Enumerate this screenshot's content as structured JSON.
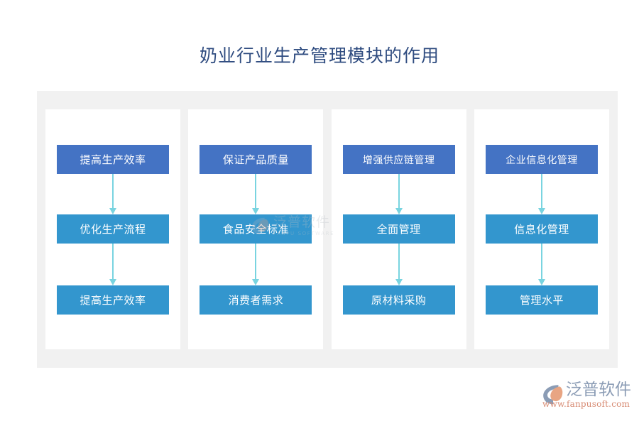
{
  "page": {
    "title": "奶业行业生产管理模块的作用",
    "title_color": "#2f4c80",
    "background": "#ffffff",
    "panel_color": "#f1f1f1",
    "card_color": "#ffffff"
  },
  "colors": {
    "node_primary": "#4473c4",
    "node_secondary": "#3396ce",
    "arrow": "#79d4e0"
  },
  "columns": [
    {
      "id": "col-1",
      "nodes": [
        {
          "label": "提高生产效率",
          "level": "primary"
        },
        {
          "label": "优化生产流程",
          "level": "secondary"
        },
        {
          "label": "提高生产效率",
          "level": "secondary"
        }
      ]
    },
    {
      "id": "col-2",
      "nodes": [
        {
          "label": "保证产品质量",
          "level": "primary"
        },
        {
          "label": "食品安全标准",
          "level": "secondary"
        },
        {
          "label": "消费者需求",
          "level": "secondary"
        }
      ]
    },
    {
      "id": "col-3",
      "nodes": [
        {
          "label": "增强供应链管理",
          "level": "primary"
        },
        {
          "label": "全面管理",
          "level": "secondary"
        },
        {
          "label": "原材料采购",
          "level": "secondary"
        }
      ]
    },
    {
      "id": "col-4",
      "nodes": [
        {
          "label": "企业信息化管理",
          "level": "primary"
        },
        {
          "label": "信息化管理",
          "level": "secondary"
        },
        {
          "label": "管理水平",
          "level": "secondary"
        }
      ]
    }
  ],
  "watermark": {
    "name_cn": "泛普软件",
    "name_en": "FANPU SOFTWARE",
    "icon": "fanpu-leaf-logo-icon"
  },
  "brand": {
    "name_cn": "泛普软件",
    "url": "www.fanpusoft.com",
    "icon": "fanpu-leaf-logo-icon",
    "text_color": "#8b9cb5",
    "url_color": "#d78a72"
  }
}
